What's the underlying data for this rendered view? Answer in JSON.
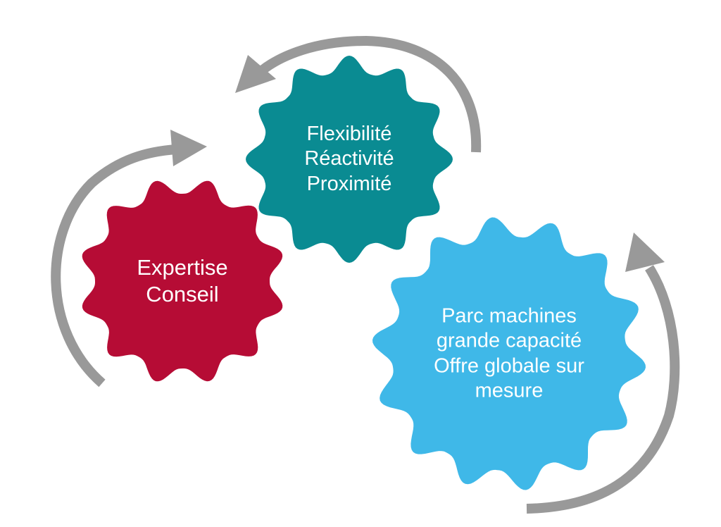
{
  "colors": {
    "red_gear": "#B60C35",
    "teal_gear": "#0A8B92",
    "blue_gear": "#3FB8E8",
    "arrows": "#999999",
    "text": "#FFFFFF",
    "background": "#FFFFFF"
  },
  "gears": {
    "red": {
      "lines": [
        "Expertise",
        "Conseil"
      ]
    },
    "teal": {
      "lines": [
        "Flexibilité",
        "Réactivité",
        "Proximité"
      ]
    },
    "blue": {
      "lines": [
        "Parc machines",
        "grande capacité",
        "Offre globale sur",
        "mesure"
      ]
    }
  }
}
